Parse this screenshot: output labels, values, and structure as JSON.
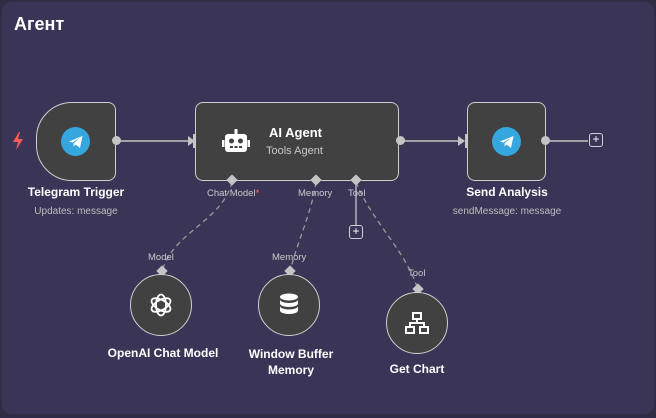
{
  "canvas": {
    "title": "Агент"
  },
  "nodes": {
    "trigger": {
      "label": "Telegram Trigger",
      "subtitle": "Updates: message"
    },
    "agent": {
      "title": "AI Agent",
      "subtitle": "Tools Agent"
    },
    "send": {
      "label": "Send Analysis",
      "subtitle": "sendMessage: message"
    },
    "openai": {
      "label": "OpenAI Chat Model"
    },
    "memory": {
      "label_line1": "Window Buffer",
      "label_line2": "Memory"
    },
    "chart": {
      "label": "Get Chart"
    }
  },
  "connectors": {
    "chat_model": "Chat Model",
    "chat_model_required": "*",
    "memory": "Memory",
    "tool": "Tool",
    "model_in": "Model",
    "memory_in": "Memory",
    "tool_in": "Tool"
  },
  "buttons": {
    "add": "+"
  },
  "colors": {
    "background": "#3a3557",
    "node": "#414141",
    "telegram": "#36a6de",
    "trigger_bolt": "#ff5a5a"
  }
}
